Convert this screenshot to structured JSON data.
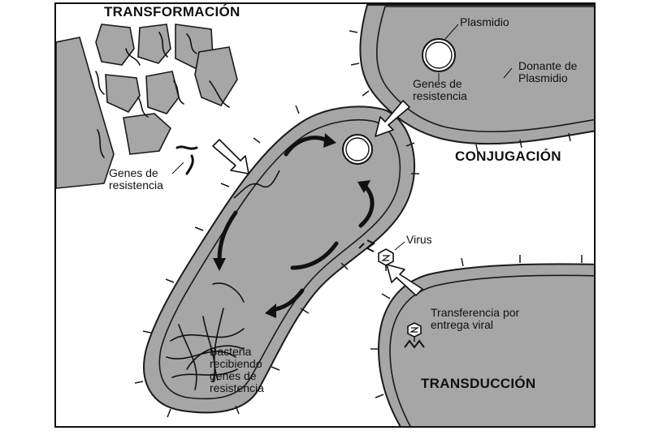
{
  "figure": {
    "headings": {
      "transformation": "TRANSFORMACIÓN",
      "conjugation": "CONJUGACIÓN",
      "transduction": "TRANSDUCCIÓN"
    },
    "labels": {
      "plasmid": "Plasmidio",
      "plasmid_donor": [
        "Donante de",
        "Plasmidio"
      ],
      "donor_resistance_genes": [
        "Genes de",
        "resistencia"
      ],
      "free_resistance_genes": [
        "Genes de",
        "resistencia"
      ],
      "virus": "Virus",
      "viral_transfer": [
        "Transferencia por",
        "entrega viral"
      ],
      "recipient_bacterium": [
        "Bacteria",
        "recibiendo",
        "genes de",
        "resistencia"
      ]
    },
    "colors": {
      "cell_fill": "#a6a6a6",
      "cell_outline": "#1a1a1a",
      "arrow_fill": "#ffffff",
      "background": "#ffffff"
    }
  }
}
